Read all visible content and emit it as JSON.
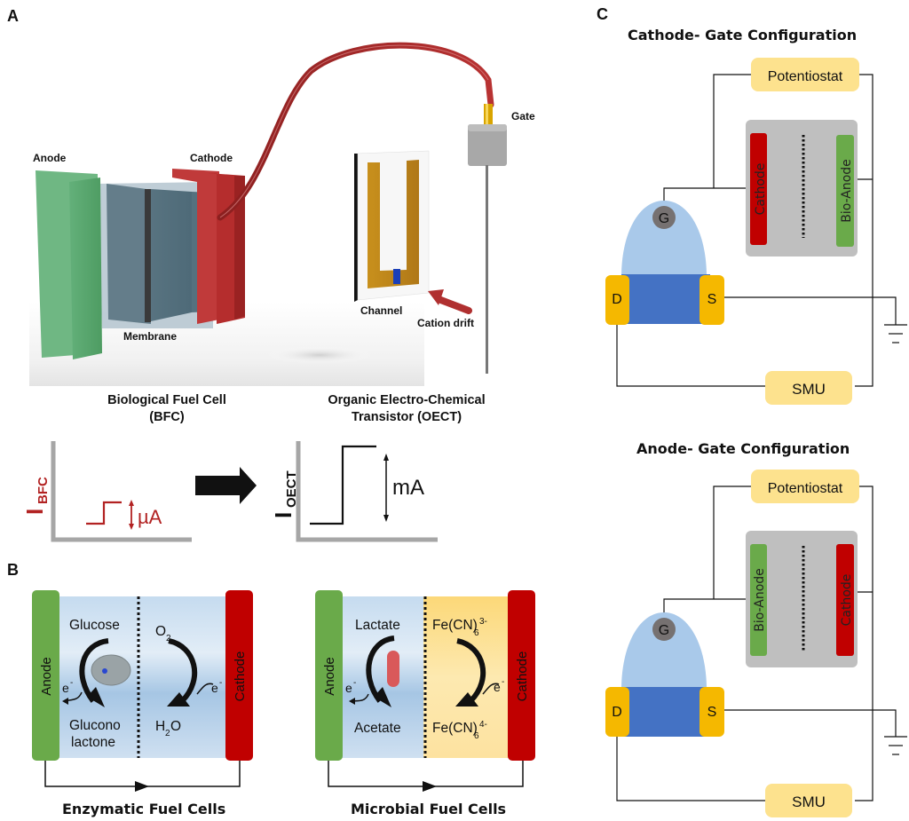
{
  "panels": {
    "a": {
      "letter": "A",
      "labels": {
        "anode": "Anode",
        "cathode": "Cathode",
        "membrane": "Membrane",
        "gate": "Gate",
        "channel": "Channel",
        "cation_drift": "Cation drift"
      },
      "bfc_title_line1": "Biological Fuel Cell",
      "bfc_title_line2": "(BFC)",
      "oect_title_line1": "Organic Electro-Chemical",
      "oect_title_line2": "Transistor (OECT)",
      "bfc_axis_label_main": "I",
      "bfc_axis_label_sub": "BFC",
      "bfc_scale": "µA",
      "oect_axis_label_main": "I",
      "oect_axis_label_sub": "OECT",
      "oect_scale": "mA"
    },
    "b": {
      "letter": "B",
      "enzymatic": {
        "anode": "Anode",
        "cathode": "Cathode",
        "fuel": "Glucose",
        "product_line1": "Glucono",
        "product_line2": "lactone",
        "oxidant_main": "O",
        "oxidant_sub": "2",
        "reduced_main1": "H",
        "reduced_sub": "2",
        "reduced_main2": "O",
        "electron": "e",
        "electron_sup": "-",
        "title": "Enzymatic Fuel Cells"
      },
      "microbial": {
        "anode": "Anode",
        "cathode": "Cathode",
        "fuel": "Lactate",
        "product": "Acetate",
        "oxidant_main": "Fe(CN)",
        "oxidant_sub": "6",
        "oxidant_sup": "3-",
        "reduced_main": "Fe(CN)",
        "reduced_sub": "6",
        "reduced_sup": "4-",
        "electron": "e",
        "electron_sup": "-",
        "title": "Microbial Fuel Cells"
      }
    },
    "c": {
      "letter": "C",
      "configs": [
        {
          "title": "Cathode- Gate Configuration",
          "potentiostat": "Potentiostat",
          "left_electrode": "Cathode",
          "right_electrode": "Bio-Anode",
          "gate": "G",
          "drain": "D",
          "source": "S",
          "smu": "SMU"
        },
        {
          "title": "Anode- Gate Configuration",
          "potentiostat": "Potentiostat",
          "left_electrode": "Bio-Anode",
          "right_electrode": "Cathode",
          "gate": "G",
          "drain": "D",
          "source": "S",
          "smu": "SMU"
        }
      ]
    }
  },
  "colors": {
    "anode_green": "#6aaa4a",
    "cathode_red": "#c00000",
    "bfc_red": "#b22222",
    "gold": "#f5b800",
    "pale_yellow": "#fde28e",
    "channel_blue": "#4472c4",
    "electrolyte_blue": "#a9c9ea",
    "gate_gray": "#767171",
    "cell_gray": "#bfbfbf"
  }
}
